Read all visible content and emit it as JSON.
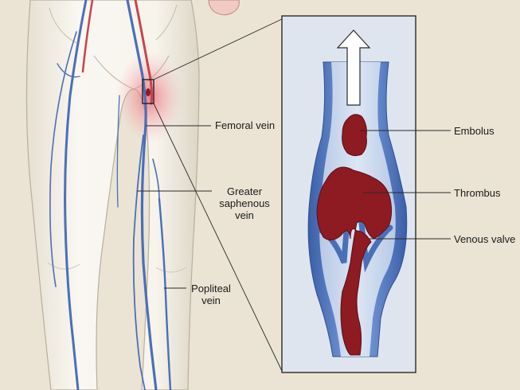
{
  "labels": {
    "femoral_vein": "Femoral vein",
    "greater_saphenous_vein": [
      "Greater",
      "saphenous",
      "vein"
    ],
    "popliteal_vein": [
      "Popliteal",
      "vein"
    ],
    "embolus": "Embolus",
    "thrombus": "Thrombus",
    "venous_valve": "Venous valve"
  },
  "colors": {
    "background": "#ebe4d4",
    "skin": "#f7f4ec",
    "vein": "#4a6fb8",
    "artery": "#c8444a",
    "clot": "#8e1a22",
    "inflammation": "#e85a6a",
    "panel_bg": "#dfe5ef",
    "leader_line": "#2a2a2a"
  },
  "icons": {
    "flow_arrow": "arrow-up-icon"
  }
}
